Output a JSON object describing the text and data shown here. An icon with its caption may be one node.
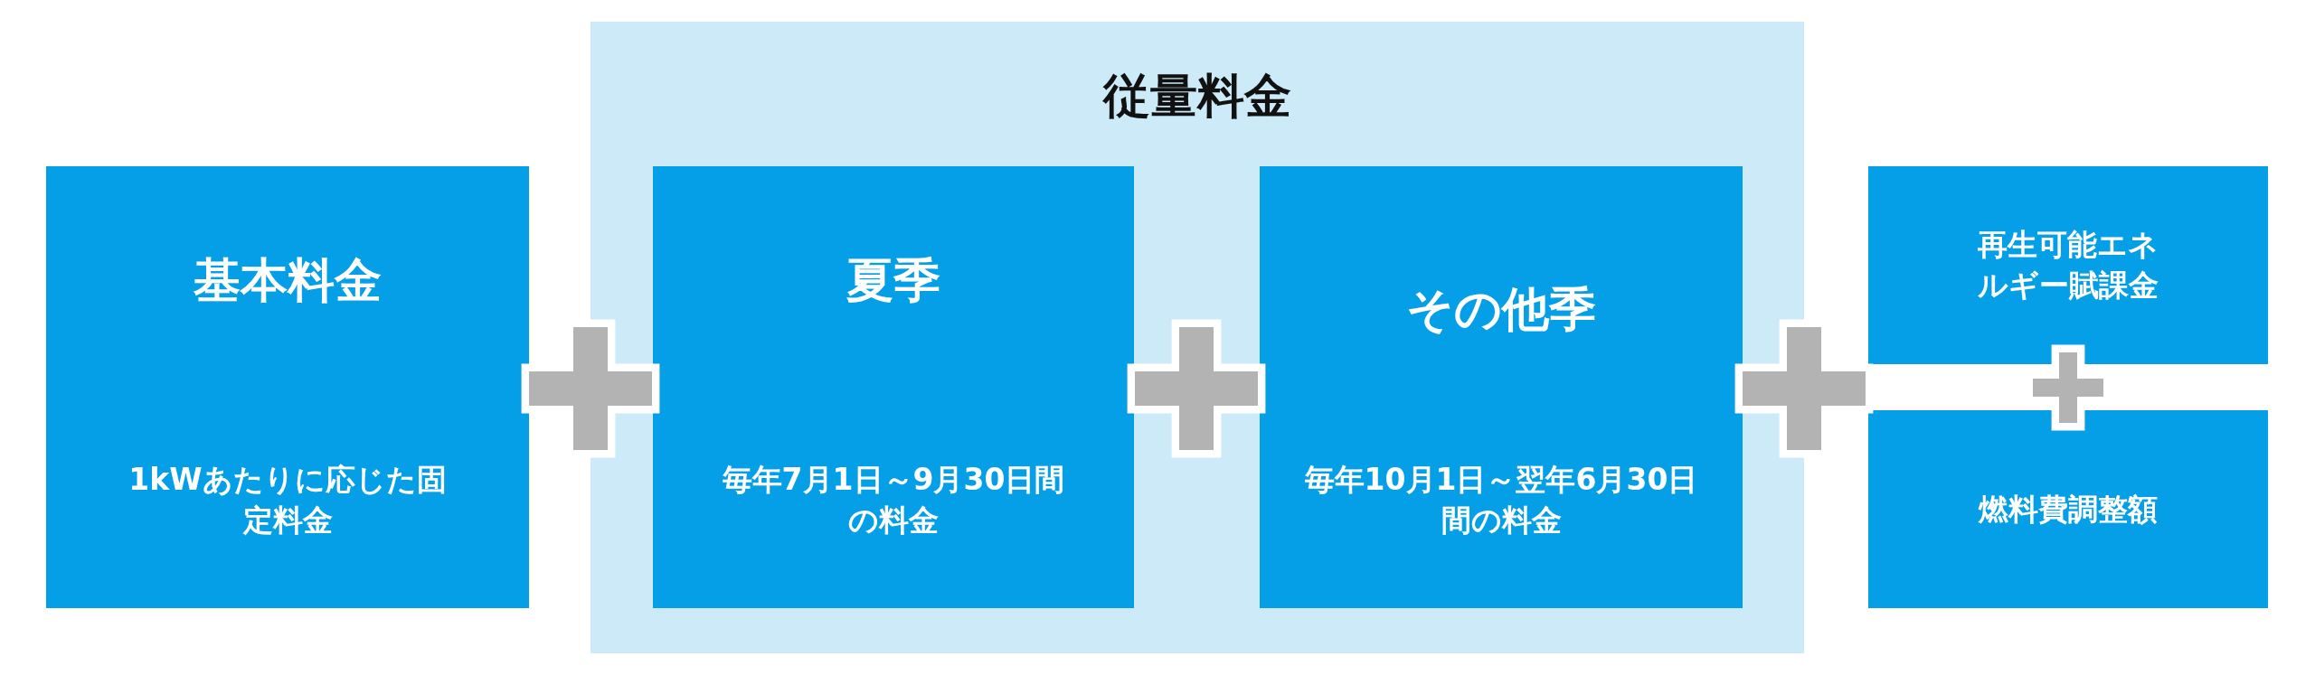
{
  "diagram": {
    "nodes": [
      {
        "text": [
          "基本料金",
          "1kWあたりに応じた固定料金"
        ]
      },
      {
        "text": [
          "従量料金"
        ]
      },
      {
        "text": [
          "夏季",
          "毎年7月1日～9月30日間の料金"
        ],
        "in": 1
      },
      {
        "text": [
          "その他季",
          "毎年10月1日～翌年6月30日間の料金"
        ],
        "in": 1
      },
      {
        "text": [
          "再生可能エネルギー賦課金"
        ]
      },
      {
        "text": [
          "燃料費調整額"
        ]
      }
    ]
  }
}
